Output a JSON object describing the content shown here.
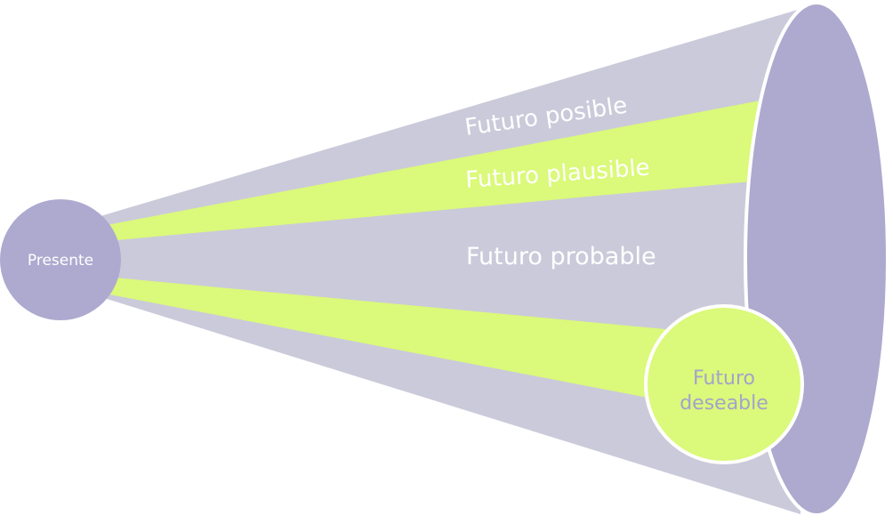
{
  "labels": {
    "present": "Presente",
    "possible": "Futuro posible",
    "plausible": "Futuro plausible",
    "probable": "Futuro probable",
    "desirable_line1": "Futuro",
    "desirable_line2": "deseable"
  },
  "colors": {
    "purple": "#ADA9CF",
    "grey": "#CBCADA",
    "green": "#DBF97A",
    "text_white": "#FFFFFF",
    "text_purple": "#A5A2CC"
  }
}
